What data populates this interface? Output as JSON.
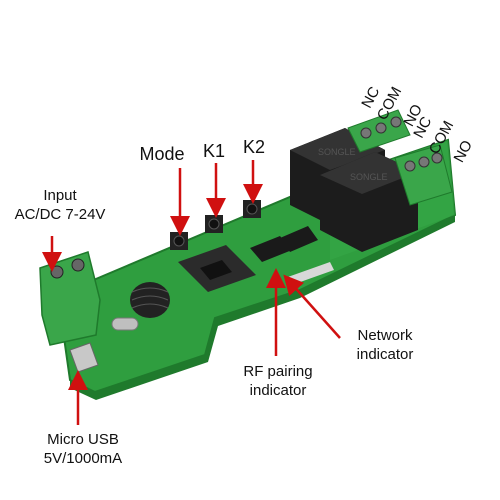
{
  "labels": {
    "input_line1": "Input",
    "input_line2": "AC/DC 7-24V",
    "mode": "Mode",
    "k1": "K1",
    "k2": "K2",
    "relay1": [
      "NC",
      "COM",
      "NO"
    ],
    "relay2": [
      "NC",
      "COM",
      "NO"
    ],
    "network_line1": "Network",
    "network_line2": "indicator",
    "rf_line1": "RF pairing",
    "rf_line2": "indicator",
    "usb_line1": "Micro USB",
    "usb_line2": "5V/1000mA"
  },
  "colors": {
    "pcb": "#2f9e3f",
    "pcb_dark": "#1f7a2c",
    "terminal": "#3aa64a",
    "relay": "#1c1c1c",
    "arrow": "#d01010"
  }
}
